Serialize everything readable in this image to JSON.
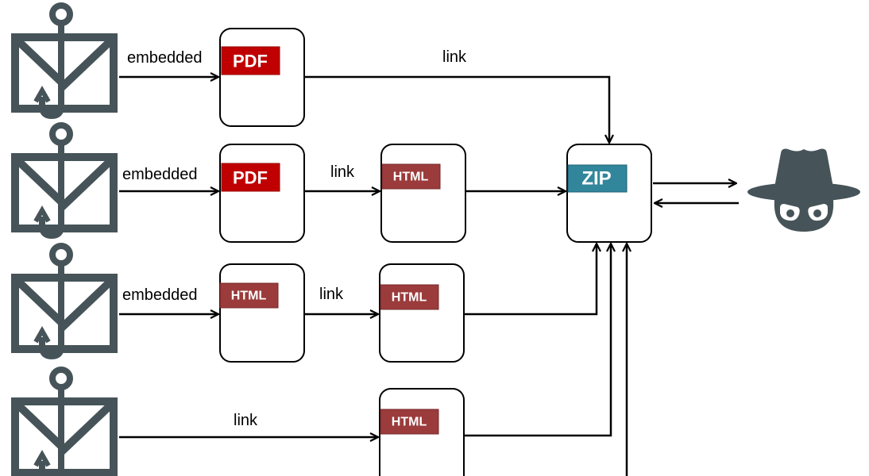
{
  "labels": {
    "embedded": "embedded",
    "link": "link"
  },
  "badges": {
    "pdf": "PDF",
    "html": "HTML",
    "zip": "ZIP"
  },
  "colors": {
    "icon": "#465459",
    "pdf": "#c00000",
    "html": "#9b3b3b",
    "zip": "#31869b",
    "line": "#000000"
  },
  "icons": {
    "email": "phishing-email-icon",
    "hacker": "hacker-icon"
  }
}
